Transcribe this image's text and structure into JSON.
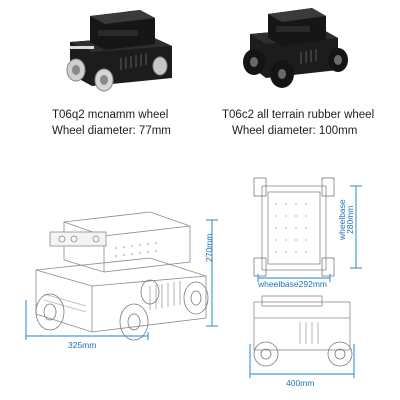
{
  "products": [
    {
      "name": "T06q2 mcnamm wheel",
      "wheel_diameter": "Wheel diameter: 77mm",
      "wheel_type": "mecanum"
    },
    {
      "name": "T06c2 all terrain rubber wheel",
      "wheel_diameter": "Wheel diameter: 100mm",
      "wheel_type": "rubber"
    }
  ],
  "dimensions": {
    "length": "325mm",
    "height": "270mm",
    "wheelbase_side": "wheelbase292mm",
    "wheelbase_top_1": "wheelbase",
    "wheelbase_top_2": "280mm",
    "width": "400mm"
  },
  "colors": {
    "dimension_line": "#4a9bd8",
    "dimension_text": "#1e6fb5",
    "chassis": "#1b1b1b",
    "drawing_line": "#8a8a8a"
  }
}
